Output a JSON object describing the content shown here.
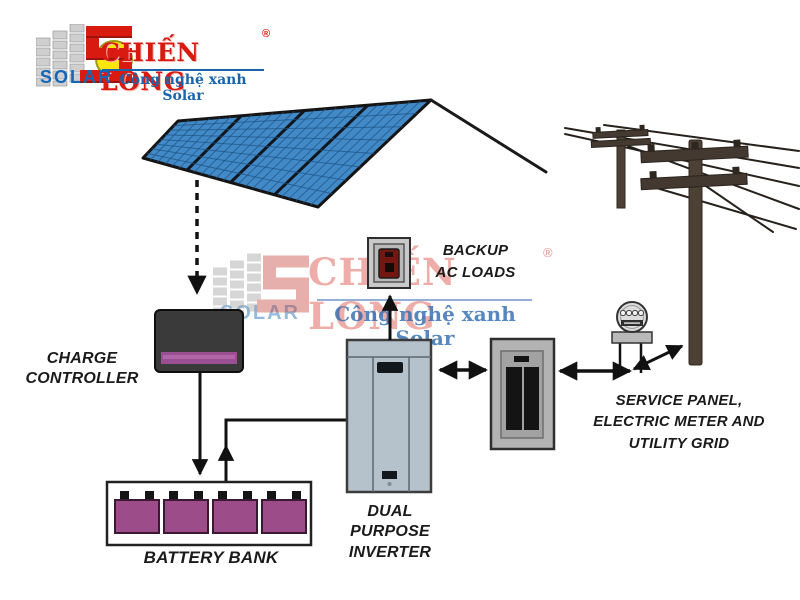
{
  "brand": {
    "name": "CHIẾN LONG",
    "registered": "®",
    "tagline": "Công nghệ xanh Solar",
    "sub_brand": "SOLAR"
  },
  "labels": {
    "charge_controller": "CHARGE\nCONTROLLER",
    "battery_bank": "BATTERY BANK",
    "inverter": "DUAL\nPURPOSE\nINVERTER",
    "backup_ac_loads": "BACKUP\nAC LOADS",
    "service_panel": "SERVICE PANEL,\nELECTRIC METER AND\nUTILITY GRID"
  },
  "colors": {
    "brand_red": "#d81a10",
    "brand_blue": "#1566b4",
    "tagline_blue": "#1865ad",
    "sun_yellow": "#ffe608",
    "panel_blue": "#4289c7",
    "panel_grid": "#1d5282",
    "battery_purple": "#9c4c89",
    "controller_body": "#3a3a3a",
    "controller_stripe": "#9a4f92",
    "inverter_gray": "#b6c2cb",
    "outlet_core_red": "#741710",
    "pole_brown": "#4d4136",
    "line_black": "#111111"
  }
}
